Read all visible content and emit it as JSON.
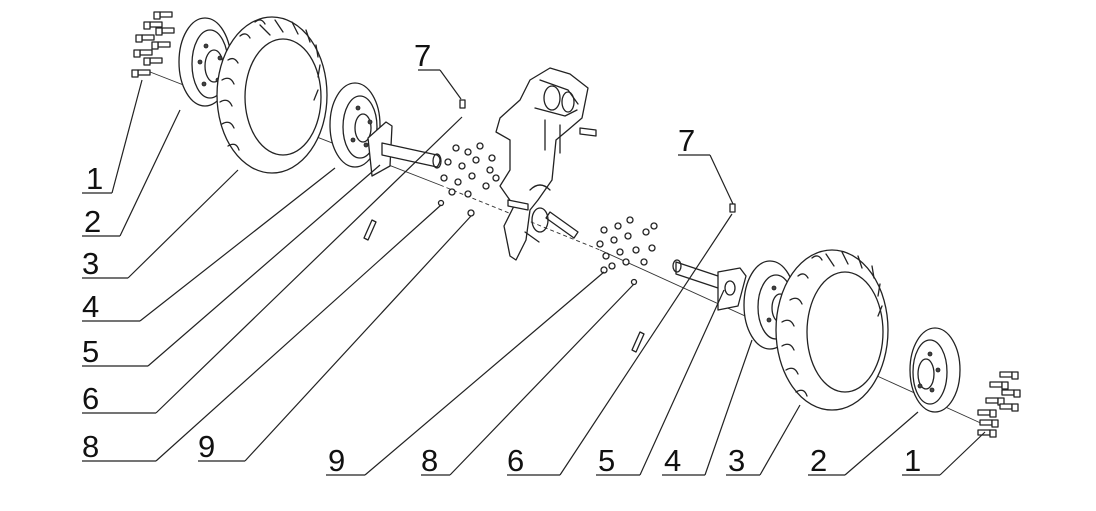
{
  "callouts_left": [
    {
      "id": "c1L",
      "text": "1"
    },
    {
      "id": "c2L",
      "text": "2"
    },
    {
      "id": "c3L",
      "text": "3"
    },
    {
      "id": "c4L",
      "text": "4"
    },
    {
      "id": "c5L",
      "text": "5"
    },
    {
      "id": "c6L",
      "text": "6"
    },
    {
      "id": "c8L",
      "text": "8"
    },
    {
      "id": "c9L",
      "text": "9"
    },
    {
      "id": "c7L",
      "text": "7"
    }
  ],
  "callouts_right": [
    {
      "id": "c9R",
      "text": "9"
    },
    {
      "id": "c8R",
      "text": "8"
    },
    {
      "id": "c6R",
      "text": "6"
    },
    {
      "id": "c5R",
      "text": "5"
    },
    {
      "id": "c4R",
      "text": "4"
    },
    {
      "id": "c3R",
      "text": "3"
    },
    {
      "id": "c2R",
      "text": "2"
    },
    {
      "id": "c1R",
      "text": "1"
    },
    {
      "id": "c7R",
      "text": "7"
    }
  ]
}
